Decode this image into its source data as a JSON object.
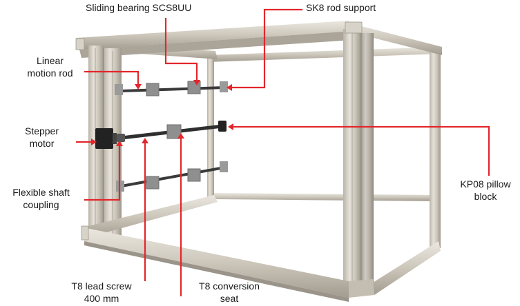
{
  "labels": {
    "sliding_bearing": "Sliding bearing SCS8UU",
    "sk8_support": "SK8 rod support",
    "linear_rod_line1": "Linear",
    "linear_rod_line2": "motion rod",
    "stepper_line1": "Stepper",
    "stepper_line2": "motor",
    "coupling_line1": "Flexible shaft",
    "coupling_line2": "coupling",
    "kp08_line1": "KP08 pillow",
    "kp08_line2": "block",
    "lead_screw_line1": "T8 lead screw",
    "lead_screw_line2": "400 mm",
    "conversion_line1": "T8 conversion",
    "conversion_line2": "seat"
  },
  "colors": {
    "leader": "#e3262b",
    "frame": "#cfcac0",
    "frame_shadow": "#a9a396",
    "frame_dark": "#8e897f",
    "rod": "#3a3a3a",
    "motor": "#222222",
    "block": "#9a9a9a"
  }
}
